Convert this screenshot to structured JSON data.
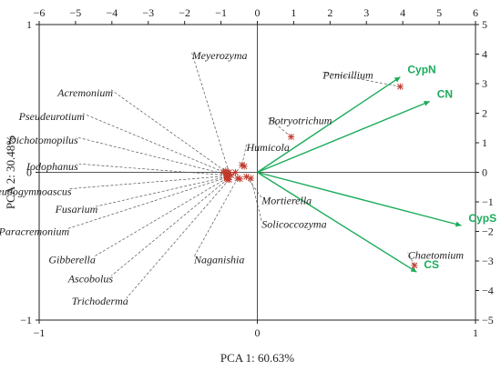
{
  "chart_data": {
    "type": "scatter",
    "subtype": "pca-biplot",
    "title": "",
    "xlabel": "PCA 1: 60.63%",
    "ylabel": "PCA 2: 30.48%",
    "xlim": [
      -1,
      1
    ],
    "ylim": [
      -1,
      1
    ],
    "x_ticks": [
      "−1",
      "0",
      "1"
    ],
    "y_ticks": [
      "1",
      "0",
      "−1"
    ],
    "top_xlim": [
      -6,
      6
    ],
    "top_ticks": [
      "−6",
      "−5",
      "−4",
      "−3",
      "−2",
      "−1",
      "0",
      "1",
      "2",
      "3",
      "4",
      "5",
      "6"
    ],
    "right_ylim": [
      -5,
      5
    ],
    "right_ticks": [
      "5",
      "4",
      "3",
      "2",
      "1",
      "0",
      "−1",
      "−2",
      "−3",
      "−4",
      "−5"
    ],
    "grid": false,
    "colors": {
      "vectors": "#1aab5a",
      "samples": "#c0392b",
      "leaders": "#555555",
      "axes": "#222222"
    },
    "vectors": [
      {
        "label": "CypN",
        "x": 0.655,
        "y": 0.645
      },
      {
        "label": "CN",
        "x": 0.79,
        "y": 0.48
      },
      {
        "label": "CypS",
        "x": 0.935,
        "y": -0.36
      },
      {
        "label": "CS",
        "x": 0.73,
        "y": -0.675
      }
    ],
    "species": [
      {
        "name": "Meyerozyma",
        "x": -0.13,
        "y": 0.0,
        "lx": -0.3,
        "ly": 0.79
      },
      {
        "name": "Acremonium",
        "x": -0.135,
        "y": -0.005,
        "lx": -0.67,
        "ly": 0.54
      },
      {
        "name": "Pseudeurotium",
        "x": -0.135,
        "y": -0.01,
        "lx": -0.8,
        "ly": 0.38
      },
      {
        "name": "Dichotomopilus",
        "x": -0.14,
        "y": -0.015,
        "lx": -0.83,
        "ly": 0.22
      },
      {
        "name": "Iodophanus",
        "x": -0.14,
        "y": -0.02,
        "lx": -0.83,
        "ly": 0.04
      },
      {
        "name": "Pseudogymnoascus",
        "x": -0.14,
        "y": -0.025,
        "lx": -0.86,
        "ly": -0.13
      },
      {
        "name": "Fusarium",
        "x": -0.14,
        "y": -0.03,
        "lx": -0.74,
        "ly": -0.25
      },
      {
        "name": "Paracremonium",
        "x": -0.14,
        "y": -0.035,
        "lx": -0.87,
        "ly": -0.4
      },
      {
        "name": "Gibberella",
        "x": -0.14,
        "y": -0.04,
        "lx": -0.75,
        "ly": -0.59
      },
      {
        "name": "Ascobolus",
        "x": -0.135,
        "y": -0.045,
        "lx": -0.67,
        "ly": -0.72
      },
      {
        "name": "Trichoderma",
        "x": -0.13,
        "y": -0.05,
        "lx": -0.6,
        "ly": -0.87
      },
      {
        "name": "Naganishia",
        "x": -0.09,
        "y": -0.04,
        "lx": -0.29,
        "ly": -0.59
      },
      {
        "name": "Solicoccozyma",
        "x": -0.03,
        "y": -0.04,
        "lx": 0.02,
        "ly": -0.35
      },
      {
        "name": "Mortierella",
        "x": -0.05,
        "y": -0.03,
        "lx": 0.02,
        "ly": -0.19
      },
      {
        "name": "Humicola",
        "x": -0.07,
        "y": 0.05,
        "lx": -0.05,
        "ly": 0.17
      },
      {
        "name": "Botryotrichum",
        "x": 0.155,
        "y": 0.24,
        "lx": 0.05,
        "ly": 0.35
      },
      {
        "name": "Penicillium",
        "x": 0.655,
        "y": 0.58,
        "lx": 0.3,
        "ly": 0.66
      },
      {
        "name": "Chaetomium",
        "x": 0.72,
        "y": -0.63,
        "lx": 0.69,
        "ly": -0.56
      }
    ]
  }
}
